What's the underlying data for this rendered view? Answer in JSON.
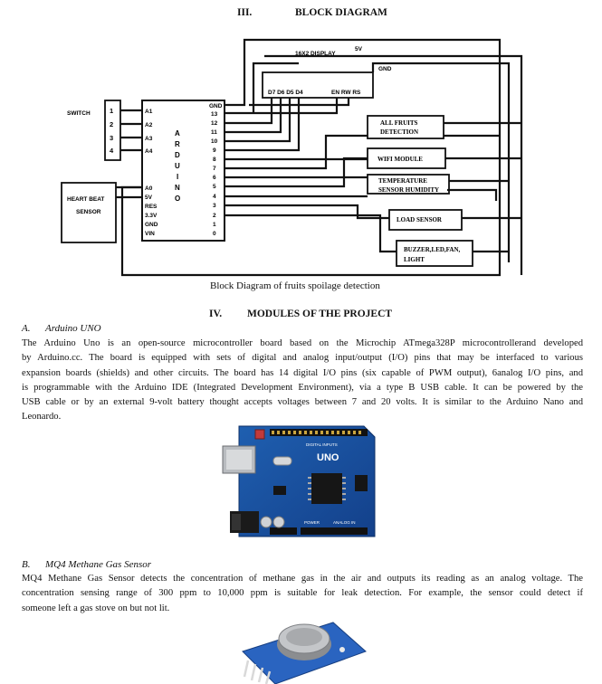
{
  "section3": {
    "num": "III.",
    "title": "BLOCK DIAGRAM"
  },
  "diagram": {
    "display": {
      "title": "16X2 DISPLAY",
      "pins_left": "D7 D6 D5 D4",
      "pins_right": "EN RW RS"
    },
    "v5": "5V",
    "gnd": "GND",
    "switch": {
      "label": "SWITCH",
      "pins": [
        "1",
        "2",
        "3",
        "4"
      ]
    },
    "arduino": {
      "letters": [
        "A",
        "R",
        "D",
        "U",
        "I",
        "N",
        "O"
      ],
      "left_pins": [
        "A1",
        "A2",
        "A3",
        "A4",
        "A0",
        "5V",
        "RES",
        "3.3V",
        "GND",
        "VIN"
      ],
      "right_pins": [
        "GND",
        "13",
        "12",
        "11",
        "10",
        "9",
        "8",
        "7",
        "6",
        "5",
        "4",
        "3",
        "2",
        "1",
        "0"
      ]
    },
    "heart": {
      "line1": "HEART BEAT",
      "line2": "SENSOR"
    },
    "modules": {
      "fruits": [
        "ALL FRUITS",
        "DETECTION"
      ],
      "wifi": "WIFI MODULE",
      "temp": [
        "TEMPERATURE",
        "SENSOR  HUMIDITY"
      ],
      "load": "LOAD SENSOR",
      "buzzer": [
        "BUZZER,LED,FAN,",
        "LIGHT"
      ]
    }
  },
  "caption": "Block Diagram of fruits spoilage detection",
  "section4": {
    "num": "IV.",
    "title": "MODULES OF THE PROJECT"
  },
  "subA": {
    "letter": "A.",
    "title": "Arduino UNO",
    "lines": [
      "The Arduino Uno is an open-source microcontroller board based on the Microchip ATmega328P microcontrollerand developed",
      "by Arduino.cc. The board is equipped with sets of digital and analog input/output (I/O) pins that may be interfaced to various",
      "expansion boards (shields) and other circuits. The board has 14 digital I/O pins (six capable of PWM output), 6analog I/O pins, and",
      "is programmable with the Arduino IDE (Integrated Development Environment), via a type B USB cable. It can be powered by the",
      "USB cable or by an external 9-volt battery thought accepts voltages between 7 and 20 volts. It is similar to the Arduino Nano and",
      "Leonardo."
    ],
    "board_text": {
      "brand": "UNO",
      "silk": "DIGITAL INPUTS",
      "analog": "ANALOG IN",
      "power": "POWER"
    }
  },
  "subB": {
    "letter": "B.",
    "title": "MQ4 Methane Gas Sensor",
    "lines": [
      "MQ4 Methane Gas Sensor detects the concentration of methane gas in the air and outputs its reading as an analog voltage. The",
      "concentration sensing range of 300 ppm to 10,000 ppm is suitable for leak detection. For example, the sensor could detect if",
      "someone left a gas stove on but not lit."
    ]
  }
}
